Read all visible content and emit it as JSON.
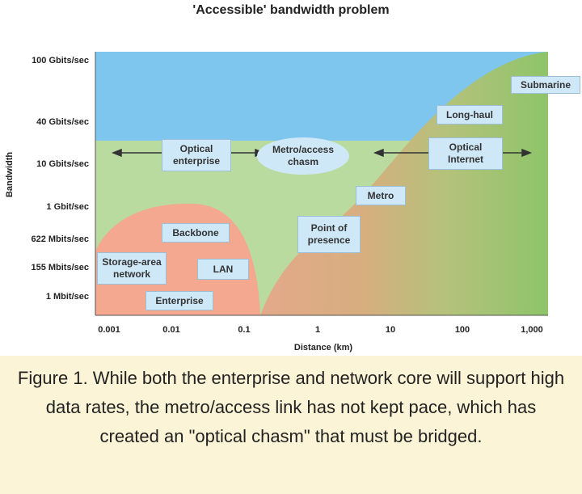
{
  "title": "'Accessible' bandwidth problem",
  "y_axis": {
    "title": "Bandwidth",
    "ticks": [
      "100 Gbits/sec",
      "40 Gbits/sec",
      "10 Gbits/sec",
      "1 Gbit/sec",
      "622 Mbits/sec",
      "155 Mbits/sec",
      "1 Mbit/sec"
    ]
  },
  "x_axis": {
    "title": "Distance (km)",
    "ticks": [
      "0.001",
      "0.01",
      "0.1",
      "1",
      "10",
      "100",
      "1,000"
    ]
  },
  "regions": {
    "optical_enterprise": "Optical enterprise",
    "chasm": "Metro/access chasm",
    "optical_internet": "Optical Internet",
    "submarine": "Submarine",
    "long_haul": "Long-haul",
    "metro": "Metro",
    "pop": "Point of presence",
    "backbone": "Backbone",
    "san": "Storage-area network",
    "lan": "LAN",
    "enterprise": "Enterprise"
  },
  "colors": {
    "sky": "#7ec6ee",
    "band": "#b9db9f",
    "enterprise_zone": "#f3a88f",
    "core_zone": "#8ec46a",
    "label_box": "#cfe8f8"
  },
  "caption": "Figure 1. While both the enterprise and network core will support high data rates, the metro/access link has not kept pace, which has created an \"optical chasm\" that must be bridged."
}
